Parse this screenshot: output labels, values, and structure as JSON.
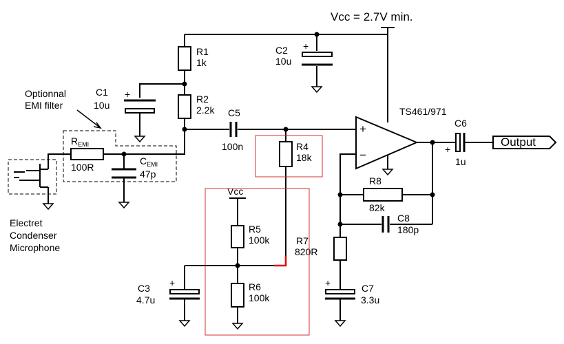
{
  "supply": {
    "label": "Vcc = 2.7V min."
  },
  "opamp": {
    "name": "TS461/971",
    "plus": "+",
    "minus": "−"
  },
  "output": {
    "label": "Output"
  },
  "mic": {
    "line1": "Electret",
    "line2": "Condenser",
    "line3": "Microphone"
  },
  "emi_filter": {
    "line1": "Optionnal",
    "line2": "EMI filter"
  },
  "components": {
    "R1": {
      "name": "R1",
      "value": "1k"
    },
    "R2": {
      "name": "R2",
      "value": "2.2k"
    },
    "C1": {
      "name": "C1",
      "value": "10u"
    },
    "C2": {
      "name": "C2",
      "value": "10u"
    },
    "C5": {
      "name": "C5",
      "value": "100n"
    },
    "C6": {
      "name": "C6",
      "value": "1u"
    },
    "R4": {
      "name": "R4",
      "value": "18k"
    },
    "R5": {
      "name": "R5",
      "value": "100k"
    },
    "R6": {
      "name": "R6",
      "value": "100k"
    },
    "R7": {
      "name": "R7",
      "value": "820R"
    },
    "R8": {
      "name": "R8",
      "value": "82k"
    },
    "C8": {
      "name": "C8",
      "value": "180p"
    },
    "C3": {
      "name": "C3",
      "value": "4.7u"
    },
    "C7": {
      "name": "C7",
      "value": "3.3u"
    },
    "REMI": {
      "name": "R",
      "sub": "EMI",
      "value": "100R"
    },
    "CEMI": {
      "name": "C",
      "sub": "EMI",
      "value": "47p"
    }
  },
  "vcc_local": {
    "label": "Vcc"
  },
  "polarity": "+"
}
